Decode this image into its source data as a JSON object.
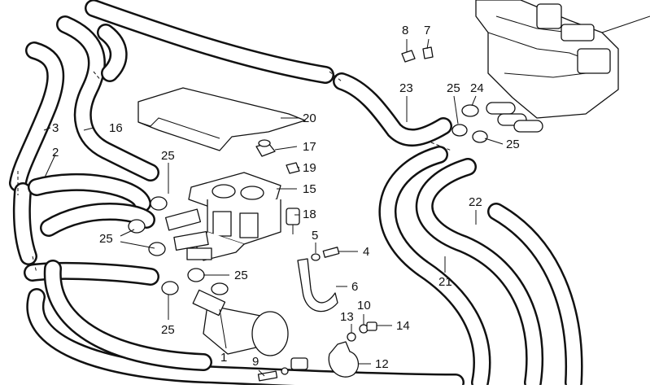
{
  "callouts": [
    {
      "id": "c-1",
      "label": "1"
    },
    {
      "id": "c-2",
      "label": "2"
    },
    {
      "id": "c-3",
      "label": "3"
    },
    {
      "id": "c-4",
      "label": "4"
    },
    {
      "id": "c-5",
      "label": "5"
    },
    {
      "id": "c-6",
      "label": "6"
    },
    {
      "id": "c-7",
      "label": "7"
    },
    {
      "id": "c-8",
      "label": "8"
    },
    {
      "id": "c-9",
      "label": "9"
    },
    {
      "id": "c-10",
      "label": "10"
    },
    {
      "id": "c-12",
      "label": "12"
    },
    {
      "id": "c-13",
      "label": "13"
    },
    {
      "id": "c-14",
      "label": "14"
    },
    {
      "id": "c-15",
      "label": "15"
    },
    {
      "id": "c-16",
      "label": "16"
    },
    {
      "id": "c-17",
      "label": "17"
    },
    {
      "id": "c-18",
      "label": "18"
    },
    {
      "id": "c-19",
      "label": "19"
    },
    {
      "id": "c-20",
      "label": "20"
    },
    {
      "id": "c-21",
      "label": "21"
    },
    {
      "id": "c-22",
      "label": "22"
    },
    {
      "id": "c-23",
      "label": "23"
    },
    {
      "id": "c-24",
      "label": "24"
    },
    {
      "id": "c-25a",
      "label": "25"
    },
    {
      "id": "c-25b",
      "label": "25"
    },
    {
      "id": "c-25c",
      "label": "25"
    },
    {
      "id": "c-25d",
      "label": "25"
    },
    {
      "id": "c-25e",
      "label": "25"
    },
    {
      "id": "c-25f",
      "label": "25"
    }
  ]
}
